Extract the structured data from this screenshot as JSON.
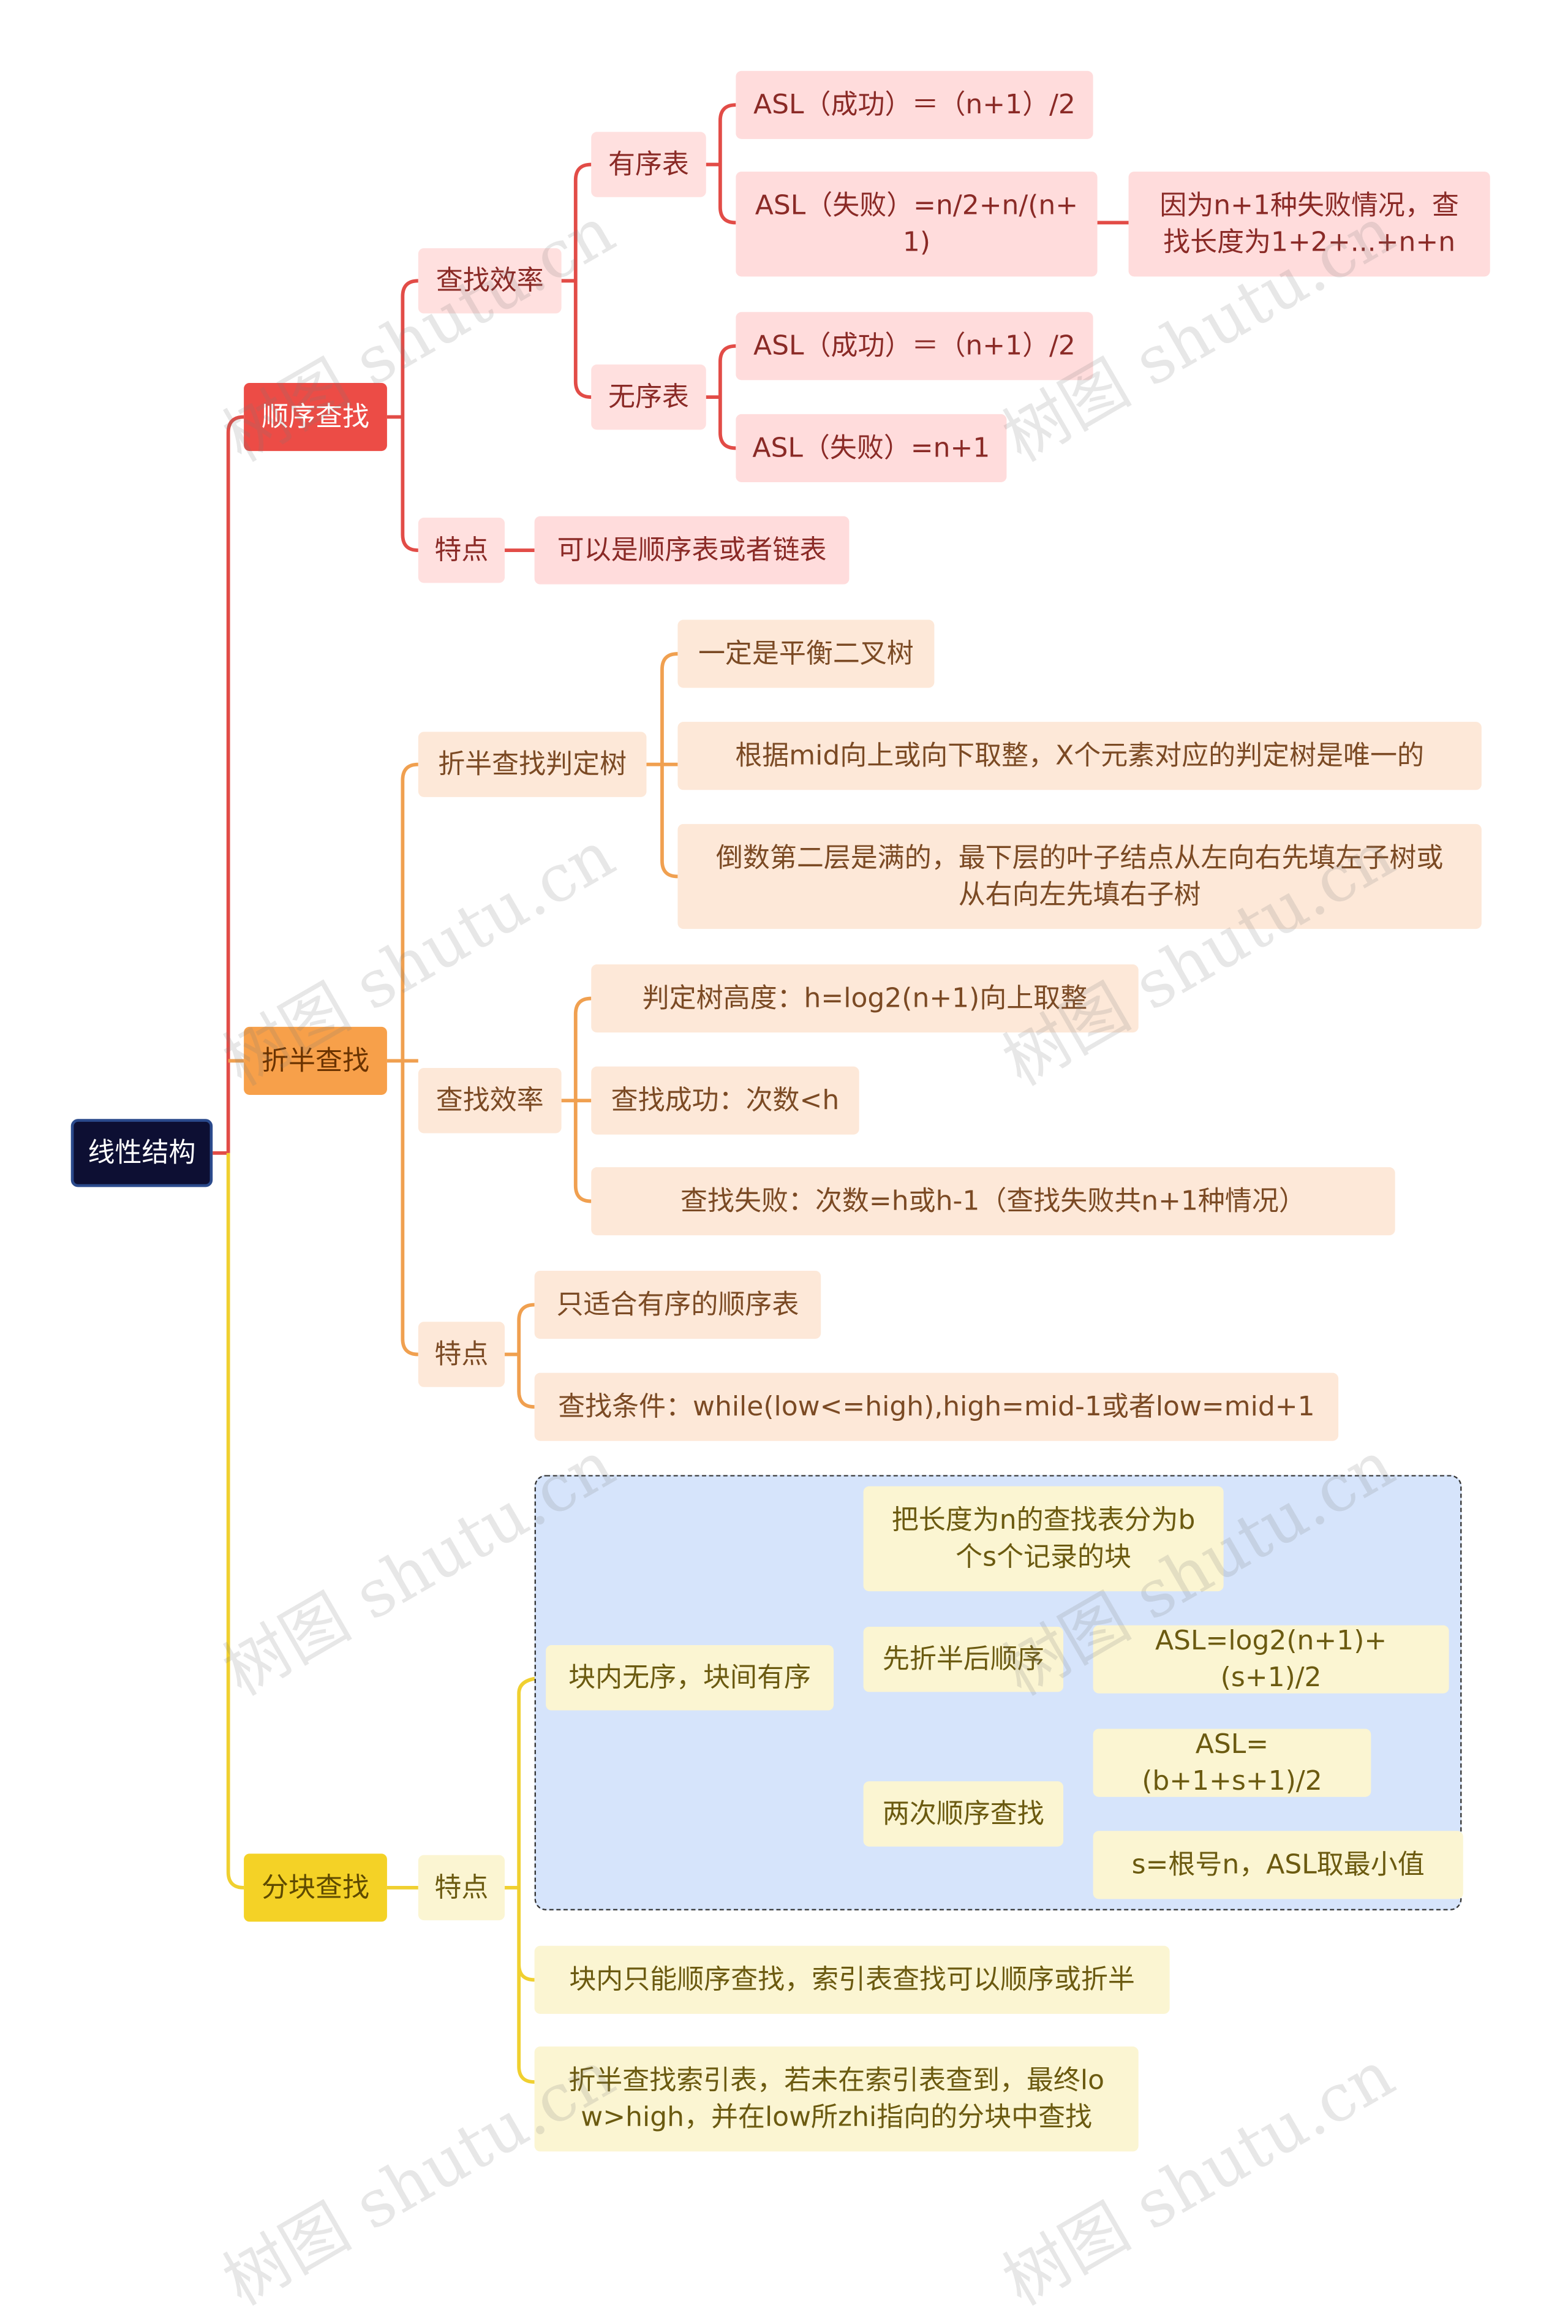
{
  "root": "线性结构",
  "seq": {
    "label": "顺序查找",
    "eff": "查找效率",
    "ordered": "有序表",
    "ordered_success": "ASL（成功）＝（n+1）/2",
    "ordered_fail": "ASL（失败）=n/2+n/(n+\n1)",
    "ordered_fail_note": "因为n+1种失败情况，查\n找长度为1+2+...+n+n",
    "unordered": "无序表",
    "unordered_success": "ASL（成功）＝（n+1）/2",
    "unordered_fail": "ASL（失败）=n+1",
    "feat": "特点",
    "feat_1": "可以是顺序表或者链表"
  },
  "bin": {
    "label": "折半查找",
    "tree": "折半查找判定树",
    "tree_1": "一定是平衡二叉树",
    "tree_2": "根据mid向上或向下取整，X个元素对应的判定树是唯一的",
    "tree_3": "倒数第二层是满的，最下层的叶子结点从左向右先填左子树或\n从右向左先填右子树",
    "eff": "查找效率",
    "eff_1": "判定树高度：h=log2(n+1)向上取整",
    "eff_2": "查找成功：次数<h",
    "eff_3": "查找失败：次数=h或h-1（查找失败共n+1种情况）",
    "feat": "特点",
    "feat_1": "只适合有序的顺序表",
    "feat_2": "查找条件：while(low<=high),high=mid-1或者low=mid+1"
  },
  "blk": {
    "label": "分块查找",
    "feat": "特点",
    "group": "块内无序，块间有序",
    "g1": "把长度为n的查找表分为b\n个s个记录的块",
    "g2": "先折半后顺序",
    "g2_1": "ASL=log2(n+1)+(s+1)/2",
    "g3": "两次顺序查找",
    "g3_1": "ASL=(b+1+s+1)/2",
    "g3_2": "s=根号n，ASL取最小值",
    "feat_2": "块内只能顺序查找，索引表查找可以顺序或折半",
    "feat_3": "折半查找索引表，若未在索引表查到，最终lo\nw>high，并在low所zhi指向的分块中查找"
  },
  "watermark": "树图 shutu.cn",
  "colors": {
    "red": "#e24c47",
    "orange": "#f0a050",
    "yellow": "#f0d030",
    "root": "#0d0f33"
  }
}
